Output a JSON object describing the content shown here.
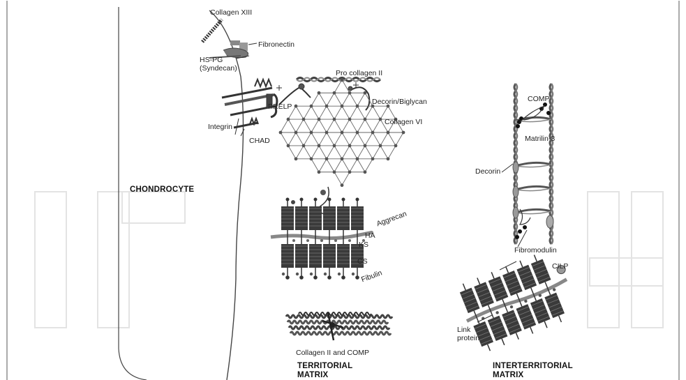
{
  "labels": {
    "collagen_xiii": "Collagen XIII",
    "fibronectin": "Fibronectin",
    "hs_pg": "HS-PG",
    "syndecan": "(Syndecan)",
    "pro_collagen_ii": "Pro collagen II",
    "decorin_biglycan": "Decorin/Biglycan",
    "prelp": "PRELP",
    "collagen_vi": "Collagen VI",
    "integrin": "Integrin",
    "chad": "CHAD",
    "chondrocyte": "CHONDROCYTE",
    "aggrecan": "Aggrecan",
    "ha": "HA",
    "ks": "KS",
    "cs": "CS",
    "fibulin": "Fibulin",
    "collagen_ii_comp": "Collagen II  and COMP",
    "territorial_1": "TERRITORIAL",
    "territorial_2": "MATRIX",
    "comp": "COMP",
    "matrilin_3": "Matrilin-3",
    "decorin": "Decorin",
    "fibromodulin": "Fibromodulin",
    "cilp": "CILP",
    "link_1": "Link",
    "link_2": "protein",
    "interterritorial_1": "INTERTERRITORIAL",
    "interterritorial_2": "MATRIX"
  },
  "colors": {
    "molecule_dark": "#3a3a3a",
    "molecule_mid": "#7a7a7a",
    "molecule_light": "#b5b5b5",
    "watermark": "#e4e4e4",
    "line": "#333333"
  }
}
